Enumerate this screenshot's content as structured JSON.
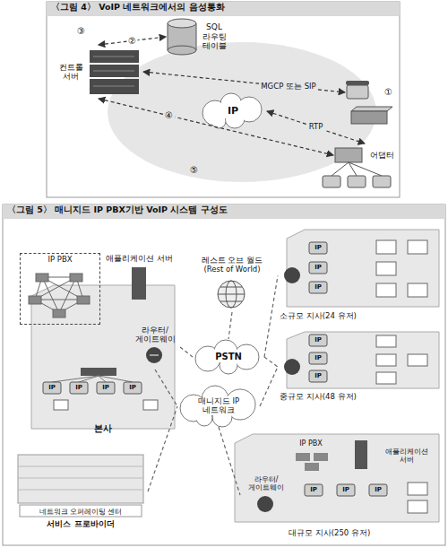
{
  "diagram": {
    "nodes": [
      {
        "text": [
          "컨트롤 서버"
        ]
      },
      {
        "text": [
          "SQL 라우팅 테이블"
        ]
      },
      {
        "text": [
          "IP"
        ]
      },
      {
        "text": [
          "①"
        ]
      },
      {
        "text": [
          "어댑터"
        ]
      },
      {
        "text": [
          "본사"
        ]
      },
      {
        "text": [
          "IP PBX"
        ]
      },
      {
        "text": [
          "애플리케이션 서버"
        ]
      },
      {
        "text": [
          "라우터/게이트웨이"
        ]
      },
      {
        "text": [
          "레스트 오브 월드 (Rest of World)"
        ]
      },
      {
        "text": [
          "PSTN"
        ]
      },
      {
        "text": [
          "매니지드 IP 네트워크"
        ]
      },
      {
        "text": [
          "소규모 지사(24 유저)"
        ]
      },
      {
        "text": [
          "중규모 지사(48 유저)"
        ]
      },
      {
        "text": [
          "대규모 지사(250 유저)"
        ]
      },
      {
        "text": [
          "IP PBX"
        ],
        "in": 14
      },
      {
        "text": [
          "애플리케이션 서버"
        ],
        "in": 14
      },
      {
        "text": [
          "라우터/게이트웨이"
        ],
        "in": 14
      },
      {
        "text": [
          "네트워크 오퍼레이팅 센터",
          "서비스 프로바이더"
        ]
      }
    ],
    "edges": [
      {
        "from": 0,
        "to": 1,
        "label": "②",
        "arrow": "both"
      },
      {
        "from": 0,
        "to": 3,
        "label": "MGCP 또는 SIP",
        "arrow": "both"
      },
      {
        "from": 0,
        "to": 4,
        "label": "④",
        "arrow": "both"
      },
      {
        "from": 2,
        "to": 4,
        "label": "RTP",
        "arrow": "both"
      },
      {
        "from": 8,
        "to": 10,
        "arrow": "none"
      },
      {
        "from": 8,
        "to": 11,
        "arrow": "none"
      },
      {
        "from": 9,
        "to": 10,
        "arrow": "none"
      },
      {
        "from": 10,
        "to": 12,
        "arrow": "none"
      },
      {
        "from": 10,
        "to": 13,
        "arrow": "none"
      },
      {
        "from": 11,
        "to": 13,
        "arrow": "none"
      },
      {
        "from": 11,
        "to": 17,
        "arrow": "none"
      },
      {
        "from": 18,
        "to": 11,
        "arrow": "none"
      }
    ],
    "labels": [
      "〈그림 4〉 VoIP 네트워크에서의 음성통화",
      "③",
      "⑤",
      "〈그림 5〉 매니지드 IP PBX기반 VoIP 시스템 구성도",
      "IP",
      "IP",
      "IP",
      "IP",
      "IP",
      "IP",
      "IP",
      "IP",
      "IP",
      "IP",
      "IP",
      "IP",
      "IP"
    ]
  }
}
